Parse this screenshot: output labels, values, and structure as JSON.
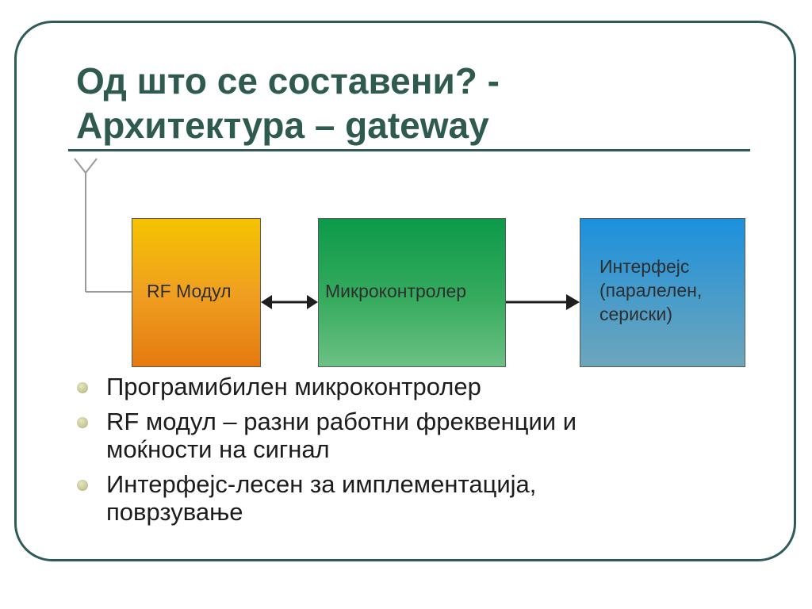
{
  "slide": {
    "title_line1": "Од што се составени? -",
    "title_line2": "Архитектура – gateway"
  },
  "diagram": {
    "blocks": [
      {
        "id": "rf",
        "lines": [
          "RF Модул"
        ],
        "color": "#f0a020"
      },
      {
        "id": "mcu",
        "lines": [
          "Микроконтролер"
        ],
        "color": "#37ab5e"
      },
      {
        "id": "interface",
        "lines": [
          "Интерфејс",
          "(паралелен,",
          "сериски)"
        ],
        "color": "#4a9cc9"
      }
    ],
    "connections": [
      {
        "from": "rf",
        "to": "mcu",
        "direction": "bidirectional"
      },
      {
        "from": "mcu",
        "to": "interface",
        "direction": "forward"
      }
    ],
    "antenna": "antenna-icon"
  },
  "bullets": [
    {
      "lines": [
        "Програмибилен микроконтролер"
      ]
    },
    {
      "lines": [
        "RF модул – разни работни фреквенции и",
        "моќности на сигнал"
      ]
    },
    {
      "lines": [
        "Интерфејс-лесен за имплементација,",
        "поврзување"
      ]
    }
  ],
  "colors": {
    "title": "#2f5a50",
    "frame": "#2f5a5a",
    "bullet": "#c7c79a"
  }
}
